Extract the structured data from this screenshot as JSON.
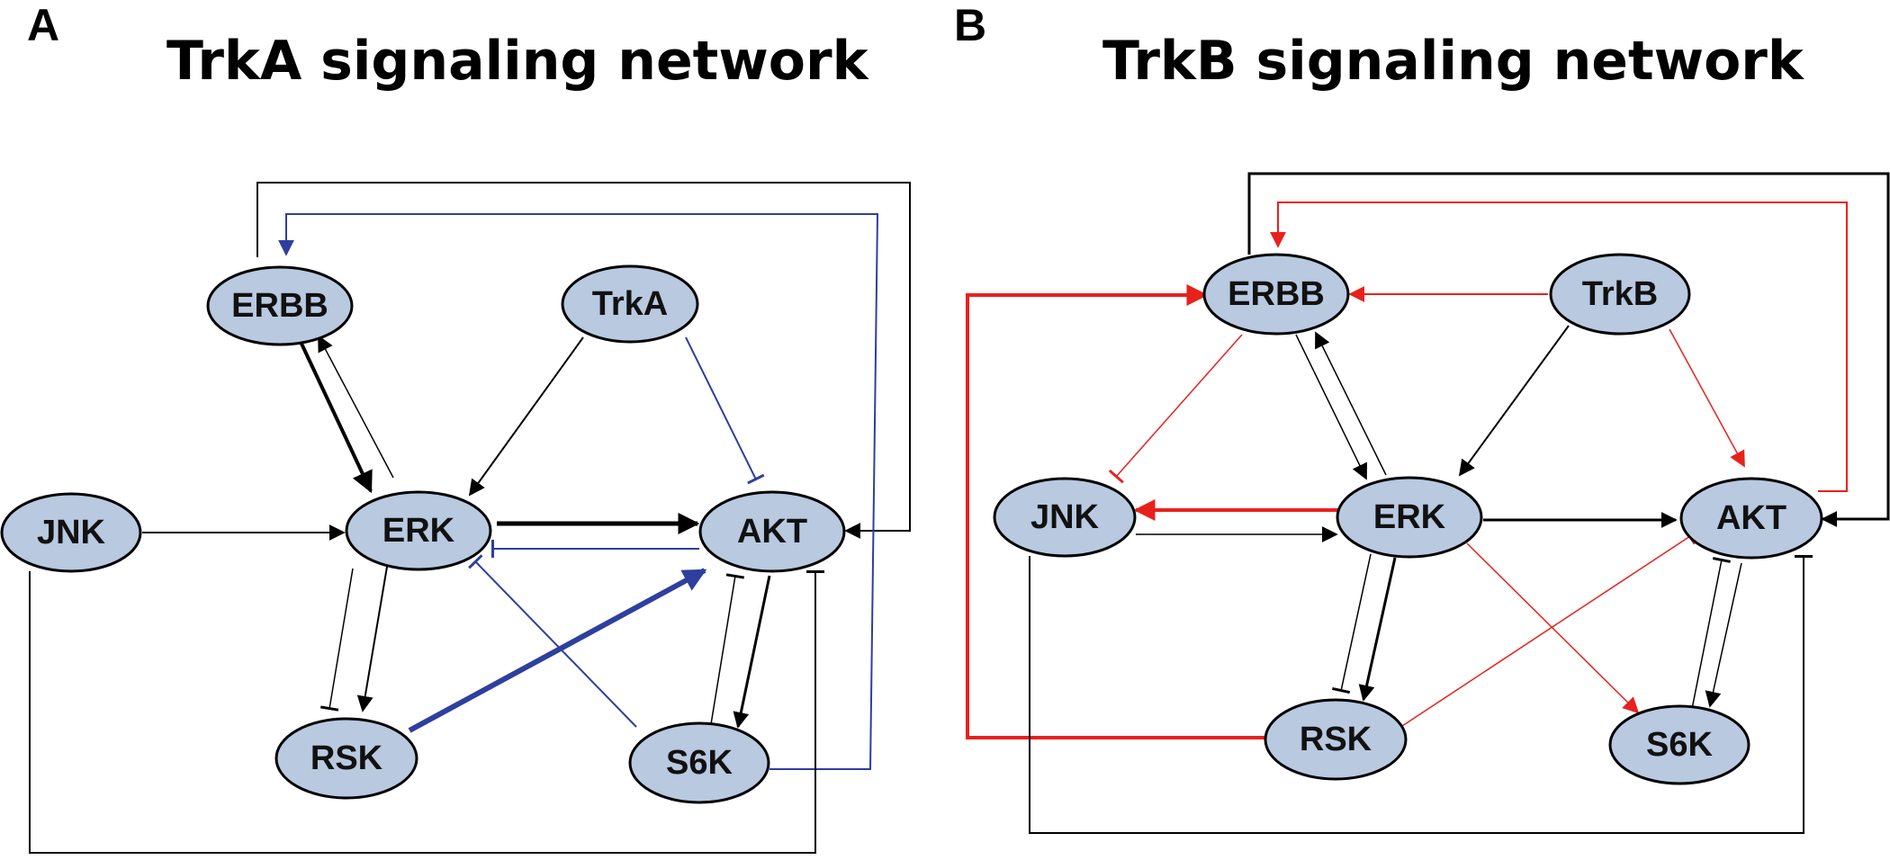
{
  "colors": {
    "node_fill": "#b8c9e0",
    "activation_black": "#000000",
    "inhibition_blue": "#2e3f9e",
    "trkb_red": "#e8211d"
  },
  "panels": [
    {
      "letter": "A",
      "title": "TrkA signaling network",
      "nodes": [
        "ERBB",
        "TrkA",
        "JNK",
        "ERK",
        "AKT",
        "RSK",
        "S6K"
      ]
    },
    {
      "letter": "B",
      "title": "TrkB signaling network",
      "nodes": [
        "ERBB",
        "TrkB",
        "JNK",
        "ERK",
        "AKT",
        "RSK",
        "S6K"
      ]
    }
  ]
}
